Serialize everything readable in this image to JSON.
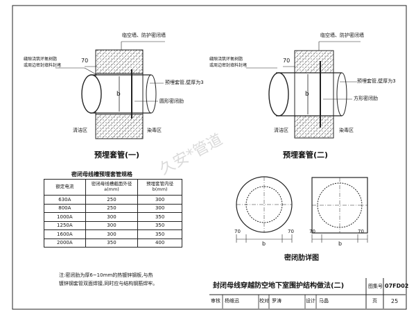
{
  "labels": {
    "interlayer1": "临空墙、防护密闭墙",
    "sealant1_l1": "缝隙浇筑环氧树脂",
    "sealant1_l2": "或周边密封填料封堵",
    "sleeve1": "预埋套管,壁厚为3",
    "ring1": "圆形密闭肋",
    "clean1": "清洁区",
    "infect1": "染毒区",
    "dim70_a": "70",
    "dim_b1": "b",
    "caption1": "预埋套管(一)",
    "interlayer2": "临空墙、防护密闭墙",
    "sealant2_l1": "缝隙浇筑环氧树脂",
    "sealant2_l2": "或周边密封填料封堵",
    "sleeve2": "预埋套管,壁厚为3",
    "ring2": "方形密闭肋",
    "clean2": "清洁区",
    "infect2": "染毒区",
    "dim70_b": "70",
    "dim_b2": "b",
    "caption2": "预埋套管(二)",
    "rib_caption": "密闭肋详图",
    "rib_d1": "70",
    "rib_b1": "b",
    "rib_d2": "70",
    "rib_d3": "70",
    "rib_b2": "b",
    "rib_d4": "70"
  },
  "table": {
    "title": "密闭母线槽预埋套管规格",
    "headers": [
      "额定电流",
      "密闭母线槽截面外径 a(mm)",
      "预埋套管内径 b(mm)"
    ],
    "rows": [
      [
        "630A",
        "250",
        "300"
      ],
      [
        "800A",
        "250",
        "300"
      ],
      [
        "1000A",
        "300",
        "350"
      ],
      [
        "1250A",
        "300",
        "350"
      ],
      [
        "1600A",
        "300",
        "350"
      ],
      [
        "2000A",
        "350",
        "400"
      ]
    ]
  },
  "note": {
    "line1": "注:密闭肋为厚6~10mm的热镀锌钢板,与热",
    "line2": "镀锌钢套管双面焊接,同时应与结构钢筋焊牢。"
  },
  "titleblock": {
    "title": "封闭母线穿越防空地下室围护结构做法(二)",
    "atlas_label": "图集号",
    "atlas_no": "07FD02",
    "review": "审核",
    "reviewer": "杨维迅",
    "check": "校对",
    "checker": "罗涛",
    "design": "设计",
    "designer": "马晶",
    "page_label": "页",
    "page_no": "25"
  },
  "watermark": "久安*管道"
}
